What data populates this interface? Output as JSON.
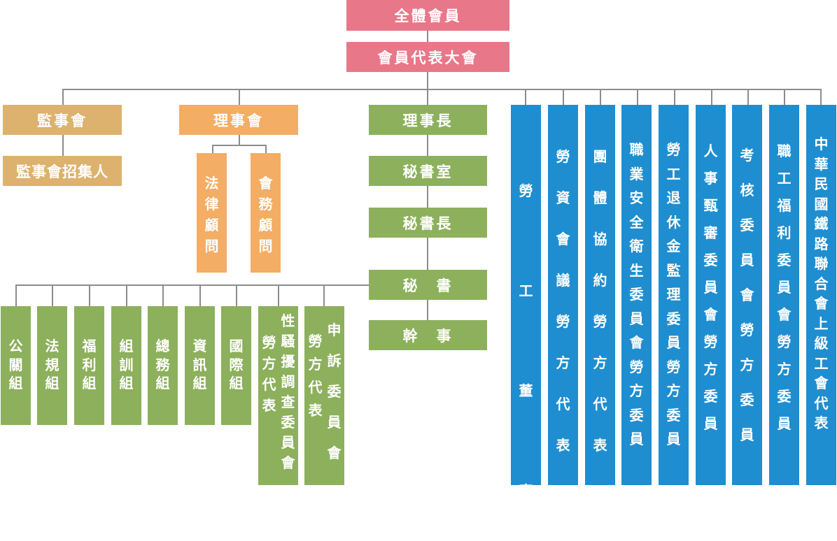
{
  "colors": {
    "pink": "#e8778a",
    "tan": "#ddb26e",
    "orange": "#f3ad64",
    "green": "#8cb05c",
    "blue": "#1f8ed0",
    "line": "#8c8c8c"
  },
  "top": {
    "members": "全體會員",
    "assembly": "會員代表大會"
  },
  "supervisors": {
    "board": "監事會",
    "convener": "監事會招集人"
  },
  "directors": {
    "board": "理事會",
    "legal_advisor": "法律顧問",
    "affairs_advisor": "會務顧問"
  },
  "chain": {
    "chairman": "理事長",
    "secretariat": "秘書室",
    "secretary_general": "秘書長",
    "secretary": "秘　書",
    "officer": "幹　事"
  },
  "groups": [
    "公關組",
    "法規組",
    "福利組",
    "組訓組",
    "總務組",
    "資訊組",
    "國際組"
  ],
  "committees_green": [
    {
      "label": "勞方代表",
      "sub": "性騷擾調查委員會"
    },
    {
      "label": "勞方代表",
      "sub": "申訴委員會"
    }
  ],
  "blue_boxes": [
    "勞工董事",
    "勞資會議勞方代表",
    "團體協約勞方代表",
    "職業安全衛生委員會勞方委員",
    "勞工退休金監理委員勞方委員",
    "人事甄審委員會勞方委員",
    "考核委員會勞方委員",
    "職工福利委員會勞方委員",
    "中華民國鐵路聯合會上級工會代表"
  ]
}
